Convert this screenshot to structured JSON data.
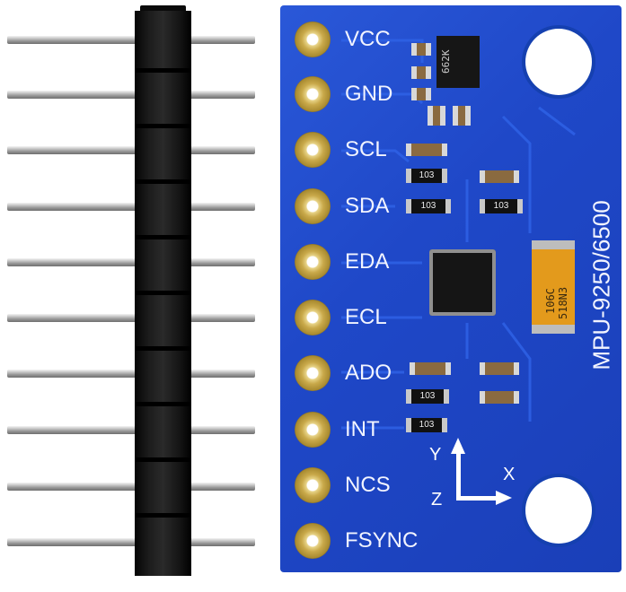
{
  "pins": [
    "VCC",
    "GND",
    "SCL",
    "SDA",
    "EDA",
    "ECL",
    "ADO",
    "INT",
    "NCS",
    "FSYNC"
  ],
  "board_model": "MPU-9250/6500",
  "resistor_code": "103",
  "tantalum_code_1": "106C",
  "tantalum_code_2": "518N3",
  "regulator_code": "662K",
  "axes": {
    "x": "X",
    "y": "Y",
    "z": "Z"
  },
  "colors": {
    "pcb": "#1f48c8",
    "pad": "#c9a94a",
    "header": "#151515"
  }
}
